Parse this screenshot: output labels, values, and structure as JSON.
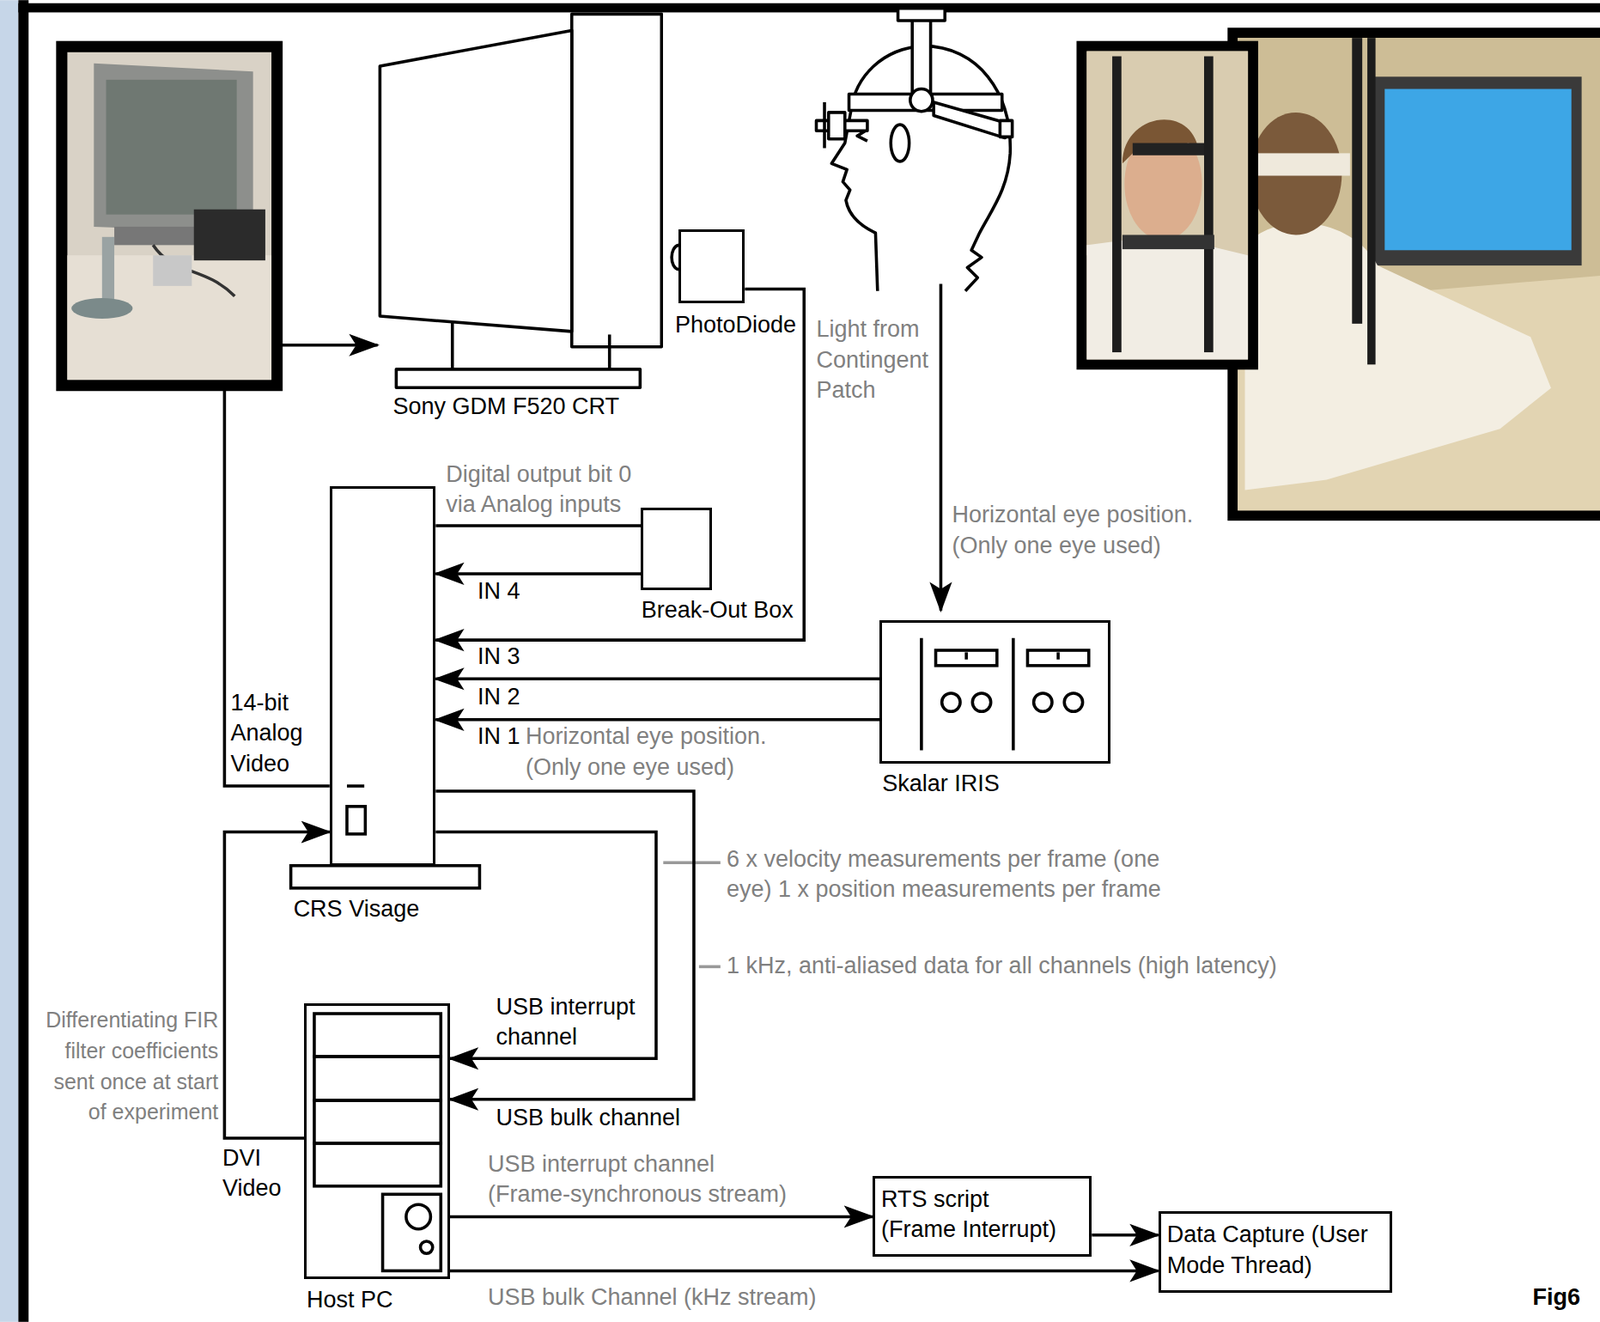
{
  "diagram": {
    "nodes": [
      {
        "text": [
          "Sony GDM F520 CRT"
        ]
      },
      {
        "text": [
          "PhotoDiode"
        ]
      },
      {
        "text": [
          "Break-Out Box"
        ]
      },
      {
        "text": [
          "CRS Visage"
        ]
      },
      {
        "text": [
          "Skalar IRIS"
        ]
      },
      {
        "text": [
          "Host PC"
        ]
      },
      {
        "text": [
          "RTS script (Frame Interrupt)"
        ]
      },
      {
        "text": [
          "Data Capture (User Mode Thread)"
        ]
      }
    ],
    "edges": [
      {
        "from": 3,
        "to": 0,
        "arrow": "to",
        "label": "14-bit Analog Video"
      },
      {
        "from": 1,
        "to": 3,
        "arrow": "to",
        "label": "Light from Contingent Patch"
      },
      {
        "from": 3,
        "to": 2,
        "arrow": "none",
        "label": "Digital output bit 0 via Analog inputs"
      },
      {
        "from": 2,
        "to": 3,
        "arrow": "to"
      },
      {
        "from": 4,
        "to": 3,
        "arrow": "to"
      },
      {
        "from": 4,
        "to": 3,
        "arrow": "to",
        "label": "Horizontal eye position. (Only one eye used)"
      },
      {
        "from": 3,
        "to": 5,
        "arrow": "to",
        "label": "USB interrupt channel"
      },
      {
        "from": 3,
        "to": 5,
        "arrow": "to",
        "label": "USB bulk channel"
      },
      {
        "from": 5,
        "to": 3,
        "arrow": "to",
        "label": "DVI Video"
      },
      {
        "from": 5,
        "to": 6,
        "arrow": "to",
        "label": "USB interrupt channel (Frame-synchronous stream)"
      },
      {
        "from": 6,
        "to": 7,
        "arrow": "to"
      },
      {
        "from": 5,
        "to": 7,
        "arrow": "to",
        "label": "USB bulk Channel (kHz stream)"
      }
    ],
    "labels": [
      "Horizontal eye position. (Only one eye used)",
      "IN 4",
      "IN 3",
      "IN 2",
      "IN 1",
      "6 x velocity measurements per frame (one eye) 1 x position measurements per frame",
      "1 kHz, anti-aliased data for all channels (high latency)",
      "Differentiating FIR filter coefficients sent once at start of experiment",
      "Fig6"
    ]
  }
}
